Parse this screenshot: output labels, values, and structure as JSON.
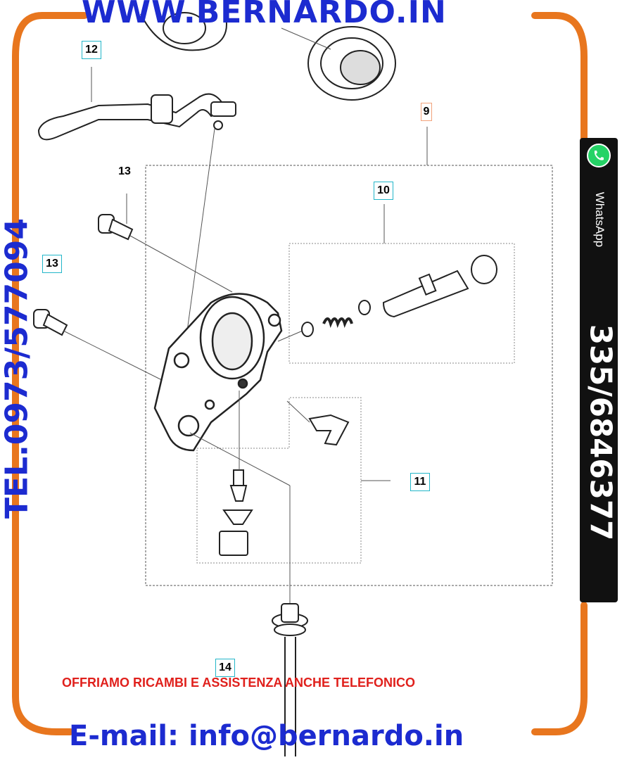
{
  "branding": {
    "website": "WWW.BERNARDO.IN",
    "phone": "TEL.0973/577094",
    "whatsapp_label": "WhatsApp",
    "whatsapp_number": "335/6846377",
    "offer": "OFFRIAMO RICAMBI E ASSISTENZA ANCHE TELEFONICO",
    "email": "E-mail: info@bernardo.in"
  },
  "callouts": {
    "c9": "9",
    "c10": "10",
    "c11": "11",
    "c12": "12",
    "c13a": "13",
    "c13b": "13",
    "c14": "14"
  },
  "colors": {
    "frame_orange": "#e8761e",
    "brand_blue": "#1c2bd0",
    "offer_red": "#e0201c",
    "callout_box": "#23b6c9",
    "whatsapp_green": "#25d366"
  }
}
